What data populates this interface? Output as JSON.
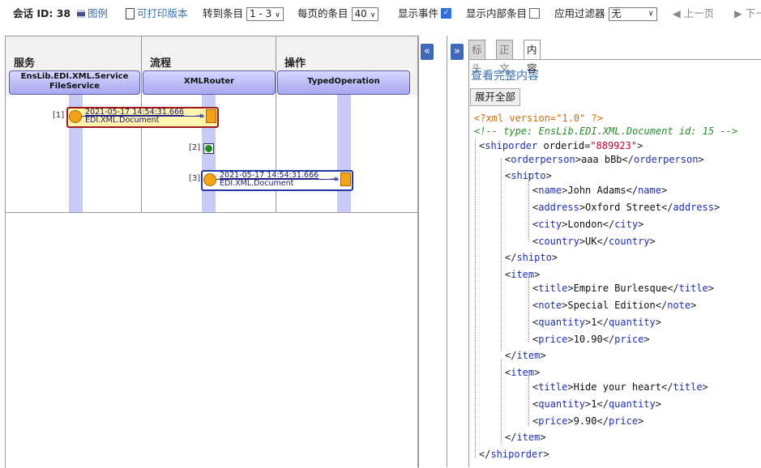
{
  "toolbar": {
    "session_label": "会话 ID: 38",
    "legend_label": "图例",
    "print_label": "可打印版本",
    "goto_label": "转到条目",
    "goto_value": "1 - 3",
    "per_page_label": "每页的条目",
    "per_page_value": "40",
    "show_events_label": "显示事件",
    "show_events_checked": true,
    "show_internal_label": "显示内部条目",
    "show_internal_checked": false,
    "filter_label": "应用过滤器",
    "filter_value": "无",
    "prev_label": "◀ 上一页",
    "next_label": "▶ 下一"
  },
  "diagram": {
    "columns": [
      {
        "header": "服务",
        "box_line1": "EnsLib.EDI.XML.Service",
        "box_line2": "FileService"
      },
      {
        "header": "流程",
        "box_line1": "XMLRouter",
        "box_line2": ""
      },
      {
        "header": "操作",
        "box_line1": "TypedOperation",
        "box_line2": ""
      }
    ],
    "messages": [
      {
        "index": "[1]",
        "timestamp": "2021-05-17 14:54:31.666",
        "type": "EDI.XML.Document"
      },
      {
        "index": "[2]"
      },
      {
        "index": "[3]",
        "timestamp": "2021-05-17 14:54:31.666",
        "type": "EDI.XML.Document"
      }
    ]
  },
  "splitter": {
    "collapse_left": "«",
    "collapse_right": "»"
  },
  "tabs": [
    "标头",
    "正文",
    "内容"
  ],
  "active_tab": "内容",
  "content": {
    "view_full_link": "查看完整内容",
    "expand_all_button": "展开全部"
  },
  "xml": {
    "decl": "<?xml version=\"1.0\" ?>",
    "comment": "<!-- type: EnsLib.EDI.XML.Document  id: 15 -->",
    "root_tag": "shiporder",
    "root_attr_name": "orderid",
    "root_attr_value": "\"889923\"",
    "orderperson": "aaa bBb",
    "shipto": {
      "name": "John Adams",
      "address": "Oxford Street",
      "city": "London",
      "country": "UK"
    },
    "item1": {
      "title": "Empire Burlesque",
      "note": "Special Edition",
      "quantity": "1",
      "price": "10.90"
    },
    "item2": {
      "title": "Hide your heart",
      "quantity": "1",
      "price": "9.90"
    }
  }
}
